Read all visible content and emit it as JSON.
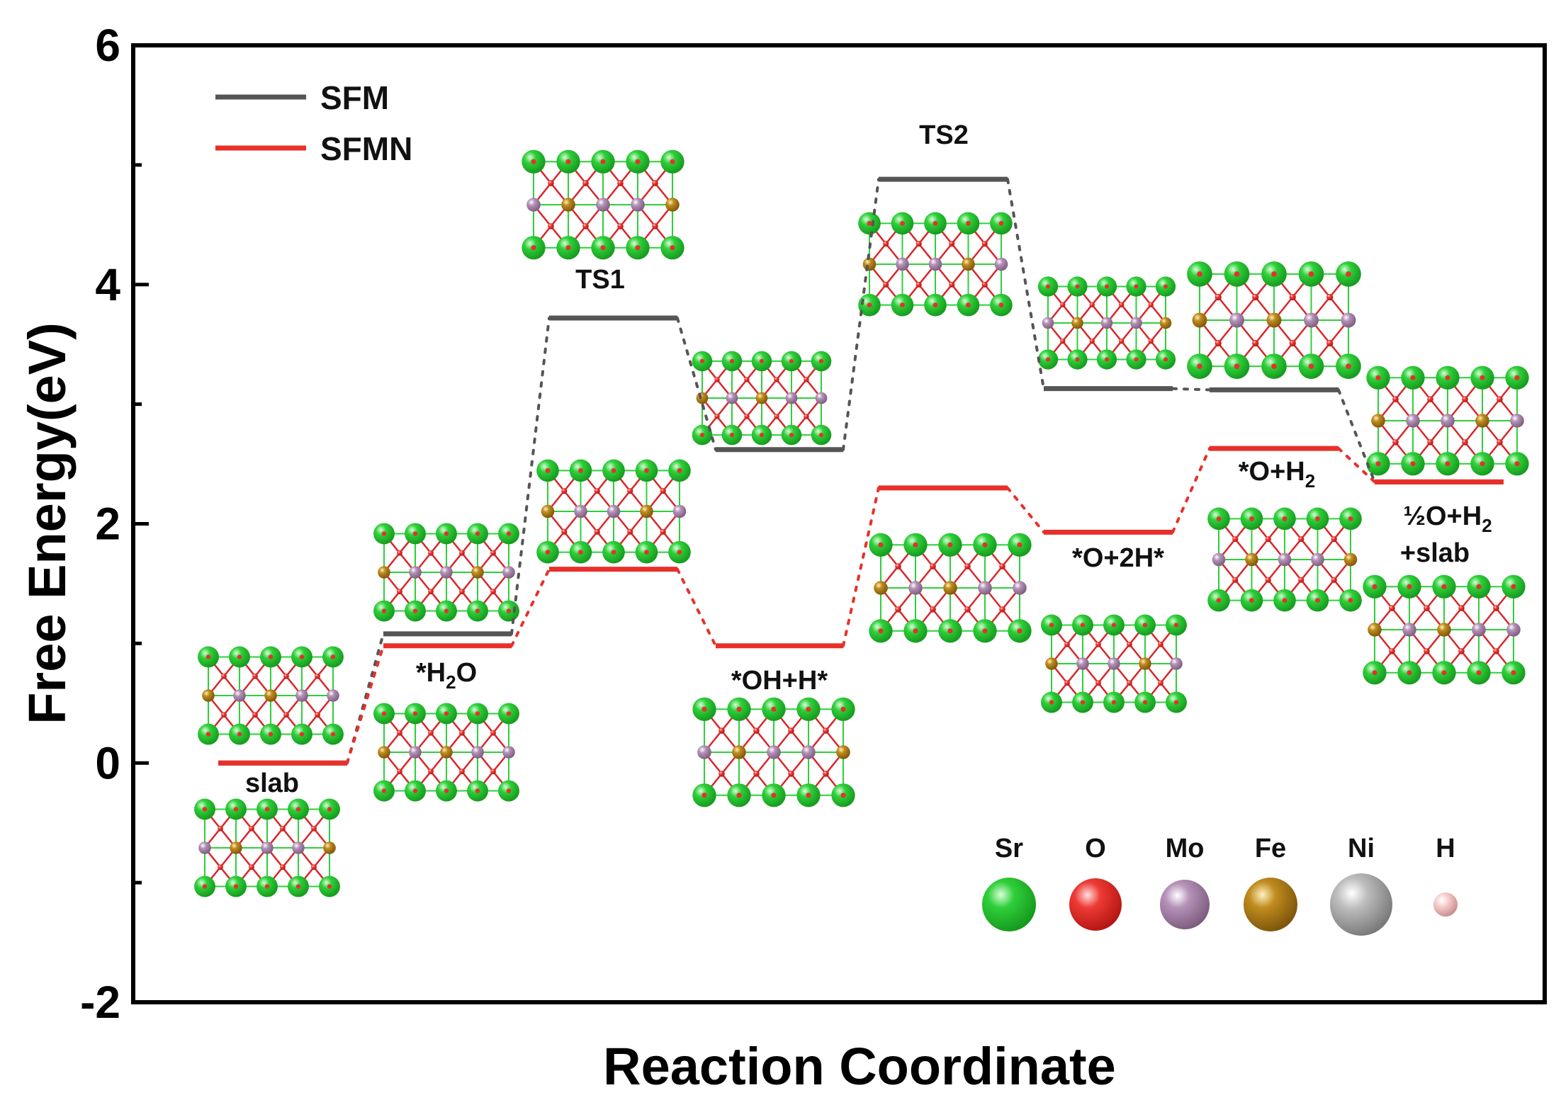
{
  "chart_data": {
    "type": "line",
    "subtype": "free-energy-diagram",
    "title": "",
    "xlabel": "Reaction Coordinate",
    "ylabel": "Free Energy(eV)",
    "ylim": [
      -2,
      6
    ],
    "yticks": [
      -2,
      0,
      2,
      4,
      6
    ],
    "grid": false,
    "legend_position": "top-left",
    "states": [
      "slab",
      "*H2O",
      "TS1",
      "*OH+H*",
      "TS2",
      "*O+2H*",
      "*O+H2",
      "½O+H2 +slab"
    ],
    "state_labels": [
      {
        "main": "slab"
      },
      {
        "main": "*H",
        "sub": "2",
        "tail": "O"
      },
      {
        "main": "TS1"
      },
      {
        "main": "*OH+H*"
      },
      {
        "main": "TS2"
      },
      {
        "main": "*O+2H*"
      },
      {
        "main": "*O+H",
        "sub": "2",
        "tail": ""
      },
      {
        "main": "½O+H",
        "sub": "2",
        "tail": "",
        "line2": "+slab"
      }
    ],
    "series": [
      {
        "name": "SFM",
        "color": "#555555",
        "values": [
          0.0,
          1.08,
          3.72,
          2.62,
          4.88,
          3.13,
          3.12,
          2.35
        ]
      },
      {
        "name": "SFMN",
        "color": "#e8302a",
        "values": [
          0.0,
          0.98,
          1.62,
          0.98,
          2.3,
          1.93,
          2.63,
          2.35
        ]
      }
    ]
  },
  "atom_legend": [
    {
      "label": "Sr",
      "color": "#2fcf3a",
      "icon": "strontium-atom-icon"
    },
    {
      "label": "O",
      "color": "#e8302a",
      "icon": "oxygen-atom-icon"
    },
    {
      "label": "Mo",
      "color": "#b592b8",
      "icon": "molybdenum-atom-icon"
    },
    {
      "label": "Fe",
      "color": "#b8861b",
      "icon": "iron-atom-icon"
    },
    {
      "label": "Ni",
      "color": "#a9a9a9",
      "icon": "nickel-atom-icon"
    },
    {
      "label": "H",
      "color": "#f3c2c2",
      "icon": "hydrogen-atom-icon"
    }
  ]
}
